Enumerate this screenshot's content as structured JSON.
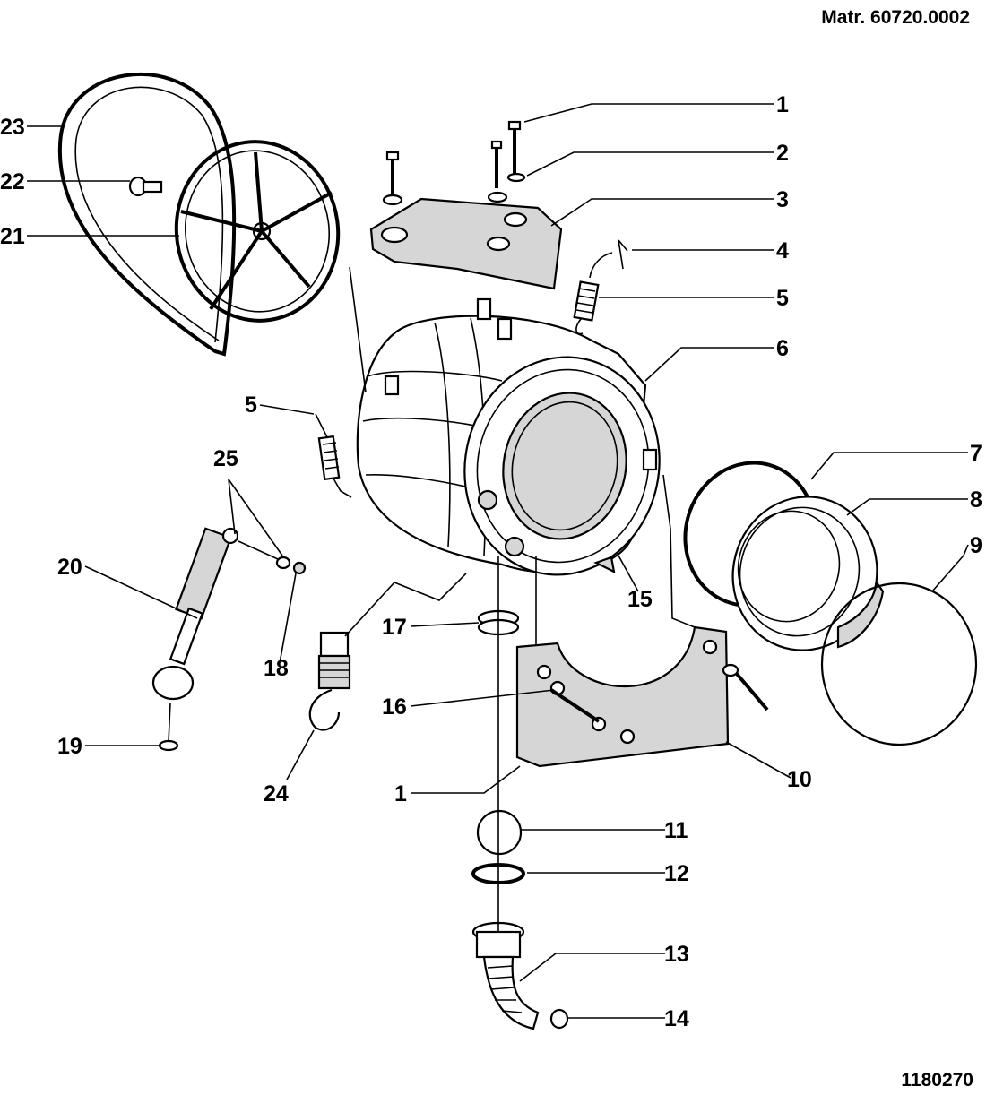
{
  "header": {
    "material_code": "Matr. 60720.0002"
  },
  "footer": {
    "drawing_number": "1180270"
  },
  "callouts": [
    "1",
    "2",
    "3",
    "4",
    "5",
    "6",
    "7",
    "8",
    "9",
    "10",
    "11",
    "12",
    "13",
    "14",
    "15",
    "16",
    "17",
    "18",
    "19",
    "20",
    "21",
    "22",
    "23",
    "24",
    "25",
    "5",
    "1"
  ]
}
